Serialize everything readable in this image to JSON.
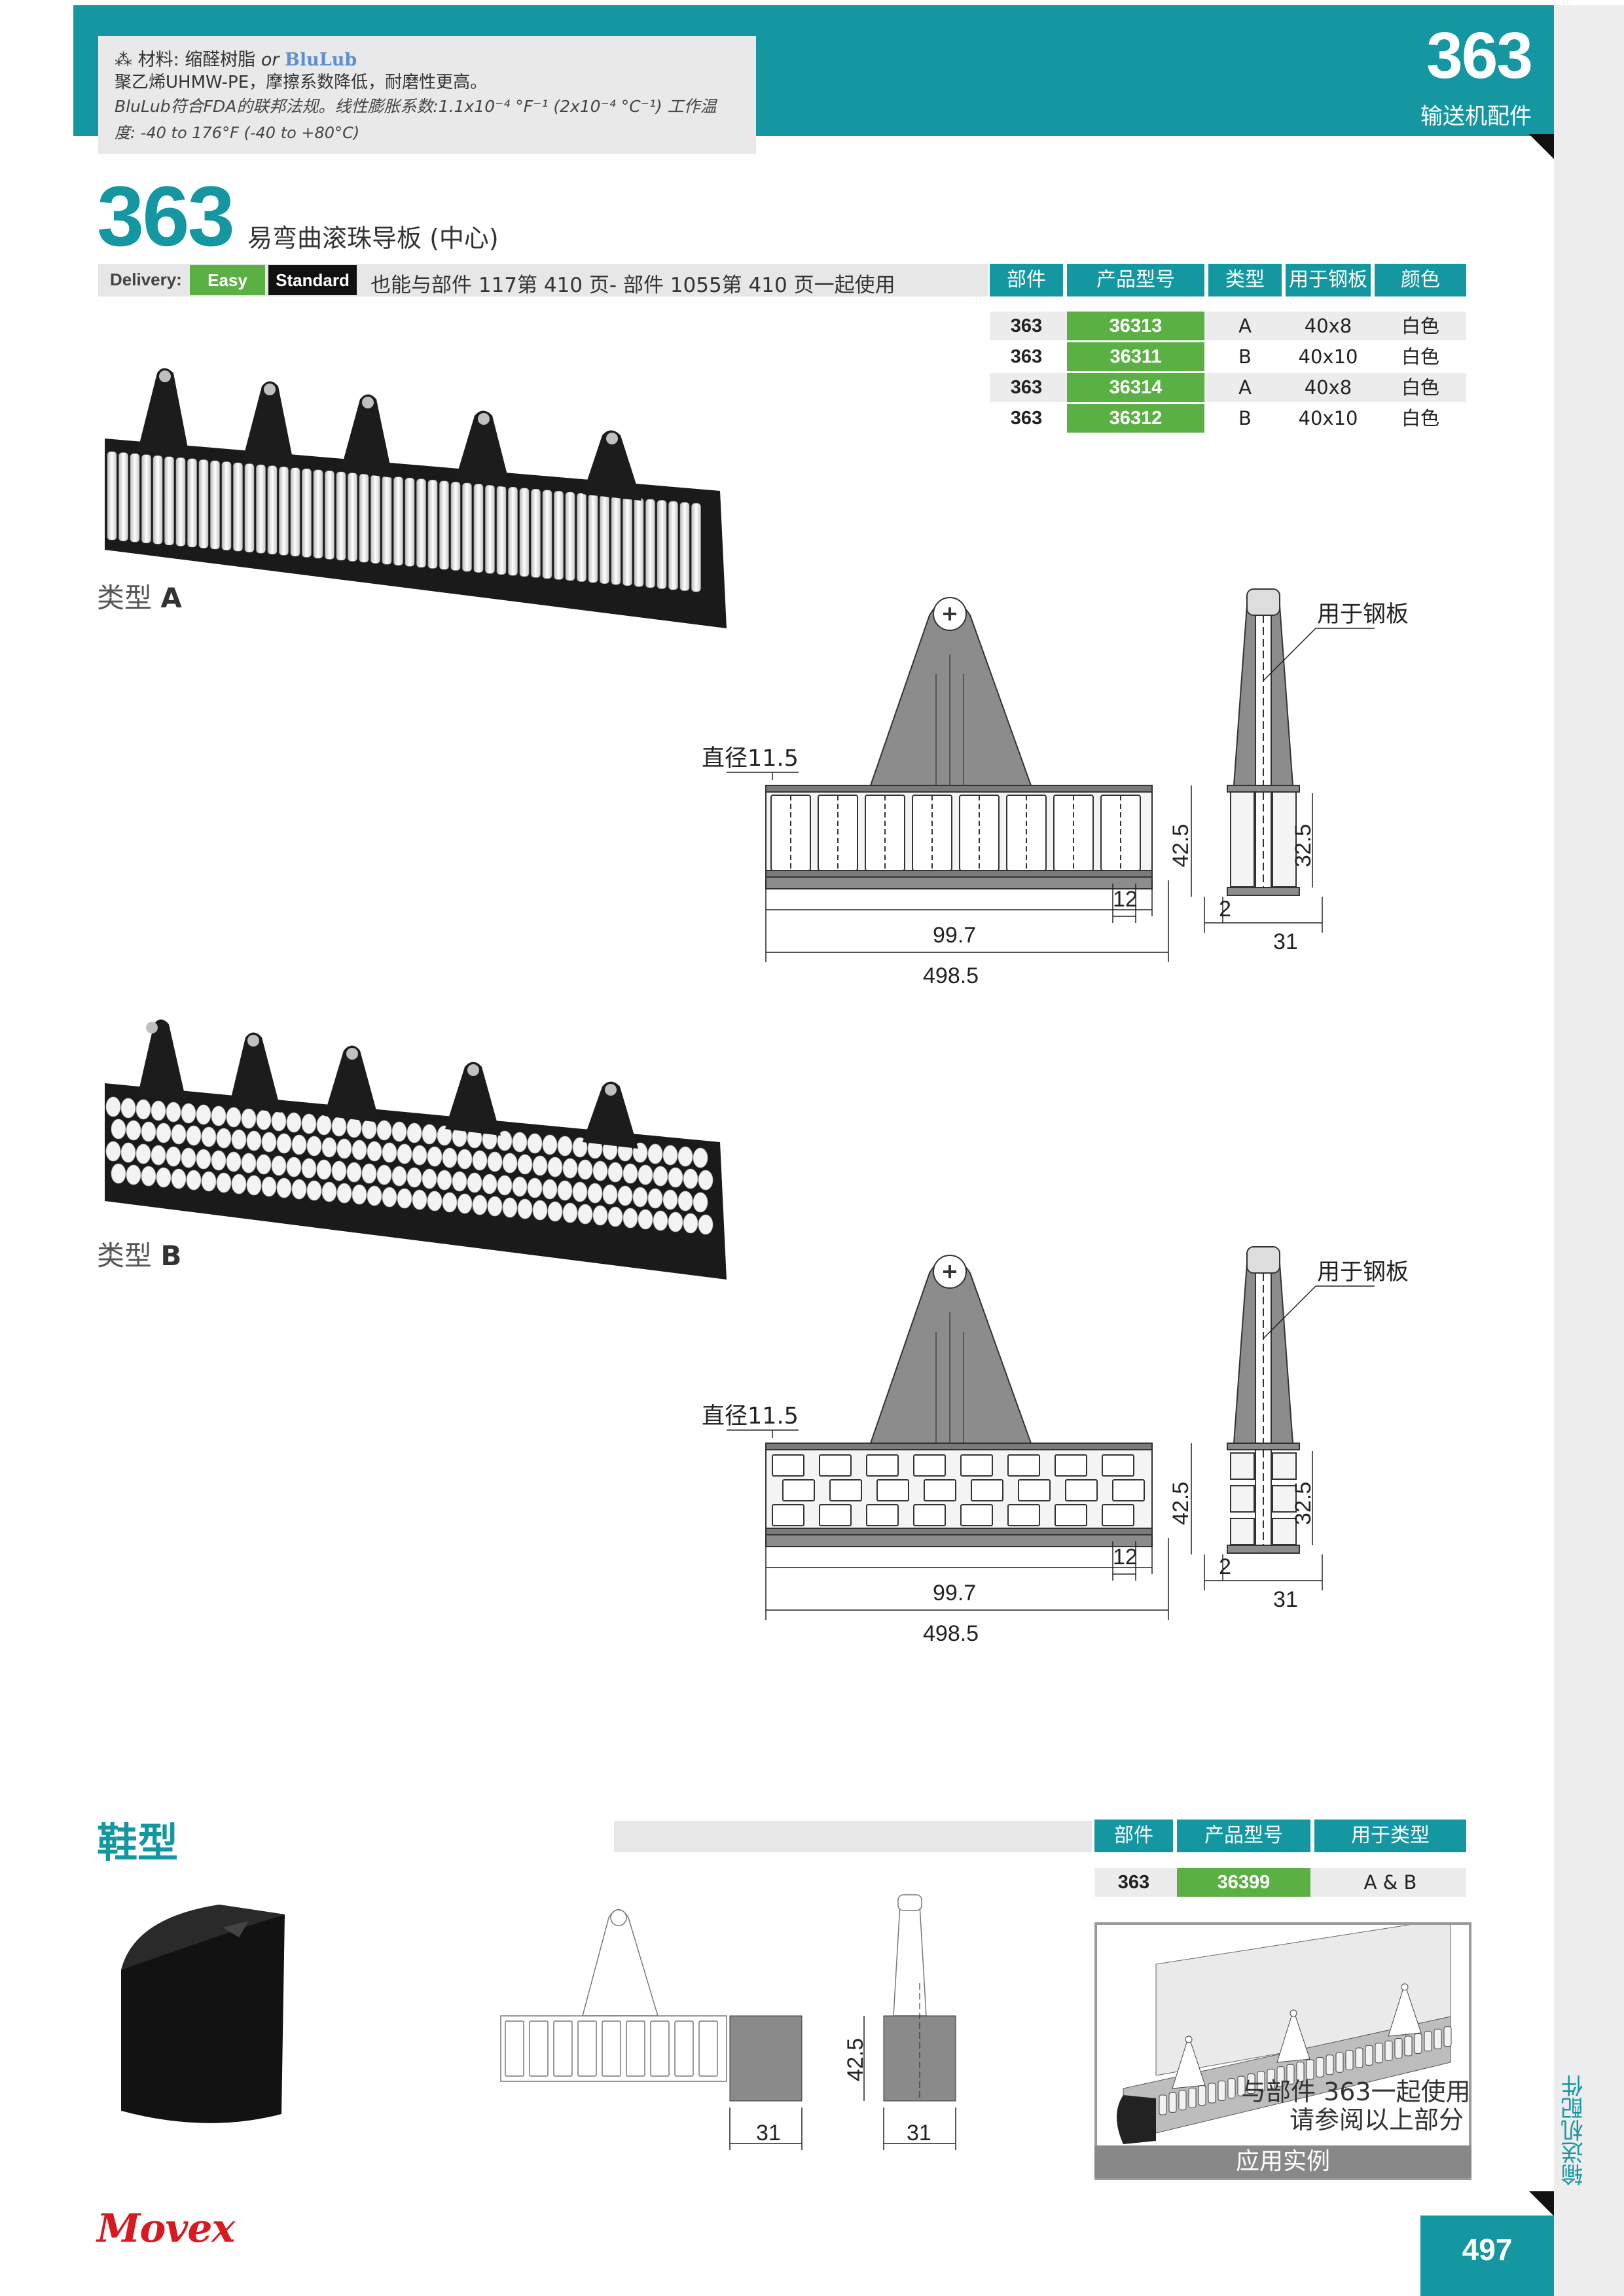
{
  "header": {
    "material_label": "材料: 缩醛树脂",
    "material_or": "or",
    "blulub": "BluLub",
    "material_line2": "聚乙烯UHMW-PE，摩擦系数降低，耐磨性更高。",
    "material_line3": "BluLub符合FDA的联邦法规。线性膨胀系数:1.1x10⁻⁴ °F⁻¹ (2x10⁻⁴ °C⁻¹) 工作温",
    "material_line4": "度: -40 to 176°F (-40 to +80°C)",
    "number": "363",
    "category": "输送机配件"
  },
  "title": {
    "number": "363",
    "text": "易弯曲滚珠导板 (中心)"
  },
  "delivery": {
    "label": "Delivery:",
    "easy": "Easy",
    "standard": "Standard",
    "note": "也能与部件 117第 410 页- 部件 1055第 410 页一起使用"
  },
  "product_table": {
    "headers": [
      "部件",
      "产品型号",
      "类型",
      "用于钢板",
      "颜色"
    ],
    "rows": [
      [
        "363",
        "36313",
        "A",
        "40x8",
        "白色"
      ],
      [
        "363",
        "36311",
        "B",
        "40x10",
        "白色"
      ],
      [
        "363",
        "36314",
        "A",
        "40x8",
        "白色"
      ],
      [
        "363",
        "36312",
        "B",
        "40x10",
        "白色"
      ]
    ]
  },
  "type_a": {
    "prefix": "类型",
    "letter": "A"
  },
  "type_b": {
    "prefix": "类型",
    "letter": "B"
  },
  "drawing_a": {
    "diameter": "直径11.5",
    "steel_plate": "用于钢板",
    "d_height": "42.5",
    "d_inner": "32.5",
    "d_pitch": "12",
    "d_length1": "99.7",
    "d_length2": "498.5",
    "d_thick": "2",
    "d_width": "31"
  },
  "drawing_b": {
    "diameter": "直径11.5",
    "steel_plate": "用于钢板",
    "d_height": "42.5",
    "d_inner": "32.5",
    "d_pitch": "12",
    "d_length1": "99.7",
    "d_length2": "498.5",
    "d_thick": "2",
    "d_width": "31"
  },
  "shoe": {
    "title": "鞋型",
    "headers": [
      "部件",
      "产品型号",
      "用于类型"
    ],
    "row": [
      "363",
      "36399",
      "A & B"
    ],
    "d_height": "42.5",
    "d_width_a": "31",
    "d_width_b": "31",
    "app_note1": "与部件 363一起使用",
    "app_note2": "请参阅以上部分",
    "app_caption": "应用实例"
  },
  "footer": {
    "logo": "Movex",
    "page": "497",
    "side_text": "输送机配件"
  },
  "colors": {
    "teal": "#1497a1",
    "green": "#5bb044",
    "red": "#d71920"
  }
}
